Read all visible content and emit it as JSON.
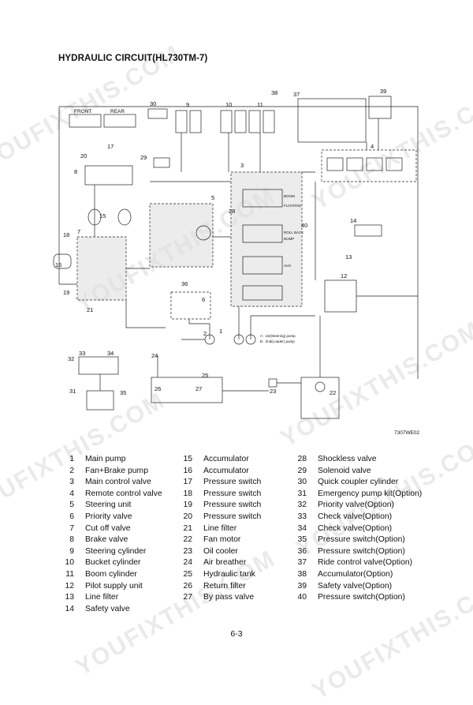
{
  "title": "HYDRAULIC CIRCUIT(HL730TM-7)",
  "drawing_code": "7307WE02",
  "page_number": "6-3",
  "watermark": "YOUFIXTHIS.COM",
  "callouts": [
    "1",
    "2",
    "3",
    "4",
    "5",
    "6",
    "7",
    "8",
    "9",
    "10",
    "11",
    "12",
    "13",
    "14",
    "15",
    "16",
    "17",
    "18",
    "19",
    "20",
    "21",
    "22",
    "23",
    "24",
    "25",
    "26",
    "27",
    "28",
    "29",
    "30",
    "31",
    "32",
    "33",
    "34",
    "35",
    "36",
    "37",
    "38",
    "39",
    "40"
  ],
  "pump_note": {
    "a": "A : 1st(Steering) pump",
    "b": "B : 2nd(Loader) pump"
  },
  "diagram_labels": {
    "front": "FRONT",
    "rear": "REAR",
    "boom": "BOOM",
    "roll_back": "ROLL BACK",
    "dump": "DUMP",
    "aux": "AUX",
    "floating": "FLOATING"
  },
  "legend": {
    "col1": [
      {
        "n": "1",
        "t": "Main pump"
      },
      {
        "n": "2",
        "t": "Fan+Brake pump"
      },
      {
        "n": "3",
        "t": "Main control valve"
      },
      {
        "n": "4",
        "t": "Remote control valve"
      },
      {
        "n": "5",
        "t": "Steering unit"
      },
      {
        "n": "6",
        "t": "Priority valve"
      },
      {
        "n": "7",
        "t": "Cut off valve"
      },
      {
        "n": "8",
        "t": "Brake valve"
      },
      {
        "n": "9",
        "t": "Steering cylinder"
      },
      {
        "n": "10",
        "t": "Bucket cylinder"
      },
      {
        "n": "11",
        "t": "Boom cylinder"
      },
      {
        "n": "12",
        "t": "Pilot supply unit"
      },
      {
        "n": "13",
        "t": "Line filter"
      },
      {
        "n": "14",
        "t": "Safety valve"
      }
    ],
    "col2": [
      {
        "n": "15",
        "t": "Accumulator"
      },
      {
        "n": "16",
        "t": "Accumulator"
      },
      {
        "n": "17",
        "t": "Pressure switch"
      },
      {
        "n": "18",
        "t": "Pressure switch"
      },
      {
        "n": "19",
        "t": "Pressure switch"
      },
      {
        "n": "20",
        "t": "Pressure switch"
      },
      {
        "n": "21",
        "t": "Line filter"
      },
      {
        "n": "22",
        "t": "Fan motor"
      },
      {
        "n": "23",
        "t": "Oil cooler"
      },
      {
        "n": "24",
        "t": "Air breather"
      },
      {
        "n": "25",
        "t": "Hydraulic tank"
      },
      {
        "n": "26",
        "t": "Return filter"
      },
      {
        "n": "27",
        "t": "By pass valve"
      }
    ],
    "col3": [
      {
        "n": "28",
        "t": "Shockless valve"
      },
      {
        "n": "29",
        "t": "Solenoid valve"
      },
      {
        "n": "30",
        "t": "Quick coupler cylinder"
      },
      {
        "n": "31",
        "t": "Emergency pump kit(Option)"
      },
      {
        "n": "32",
        "t": "Priority valve(Option)"
      },
      {
        "n": "33",
        "t": "Check valve(Option)"
      },
      {
        "n": "34",
        "t": "Check valve(Option)"
      },
      {
        "n": "35",
        "t": "Pressure switch(Option)"
      },
      {
        "n": "36",
        "t": "Pressure switch(Option)"
      },
      {
        "n": "37",
        "t": "Ride control valve(Option)"
      },
      {
        "n": "38",
        "t": "Accumulator(Option)"
      },
      {
        "n": "39",
        "t": "Safety valve(Option)"
      },
      {
        "n": "40",
        "t": "Pressure switch(Option)"
      }
    ]
  }
}
